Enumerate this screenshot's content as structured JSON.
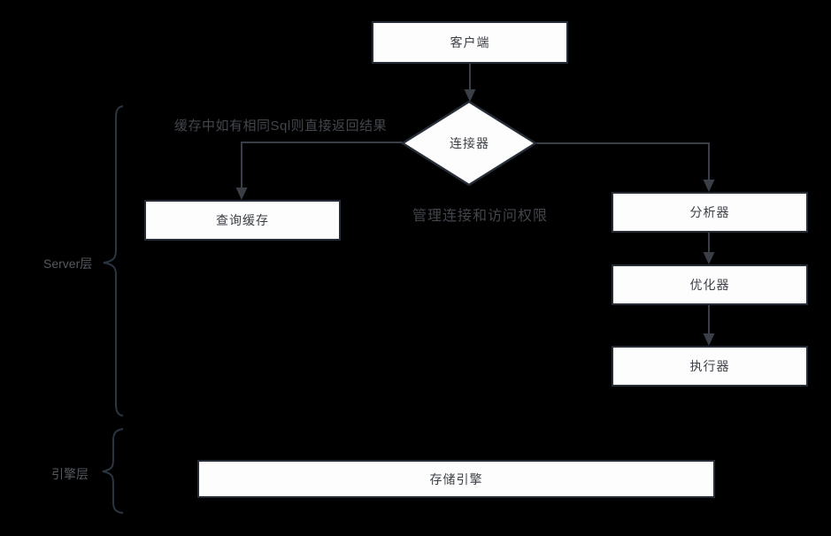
{
  "nodes": {
    "client": {
      "label": "客户端"
    },
    "connector": {
      "label": "连接器"
    },
    "query_cache": {
      "label": "查询缓存"
    },
    "analyzer": {
      "label": "分析器"
    },
    "optimizer": {
      "label": "优化器"
    },
    "executor": {
      "label": "执行器"
    },
    "storage_engine": {
      "label": "存储引擎"
    }
  },
  "annotations": {
    "cache_note": "缓存中如有相同Sql则直接返回结果",
    "connector_note": "管理连接和访问权限"
  },
  "layers": {
    "server_layer": "Server层",
    "engine_layer": "引擎层"
  },
  "edges": [
    {
      "from": "client",
      "to": "connector",
      "type": "arrow"
    },
    {
      "from": "connector",
      "to": "query_cache",
      "type": "arrow"
    },
    {
      "from": "connector",
      "to": "analyzer",
      "type": "arrow"
    },
    {
      "from": "analyzer",
      "to": "optimizer",
      "type": "arrow"
    },
    {
      "from": "optimizer",
      "to": "executor",
      "type": "arrow"
    }
  ],
  "colors": {
    "background": "#000000",
    "node_fill": "#fdfdfd",
    "node_border": "#262d36",
    "node_text": "#3d4147",
    "line": "#3a3f47",
    "annotation_text": "#42464c",
    "layer_label": "#54585f",
    "brace": "#2c3542"
  }
}
